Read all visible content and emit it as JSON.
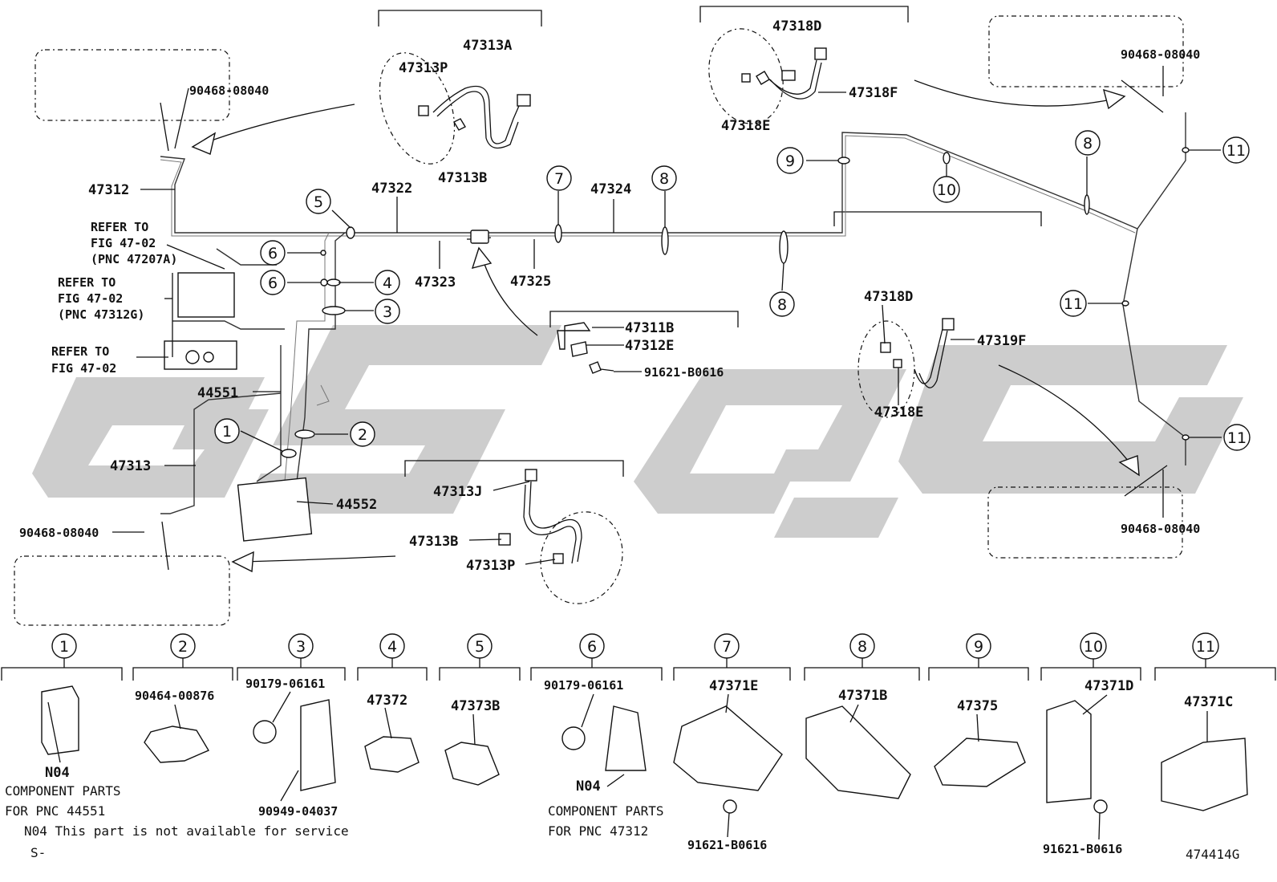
{
  "part_numbers": {
    "a47313A": "47313A",
    "a47313P_top": "47313P",
    "a47313B_top": "47313B",
    "a47318D_top": "47318D",
    "a47318F": "47318F",
    "a47318E_top": "47318E",
    "a90468_tl": "90468-08040",
    "a90468_tr": "90468-08040",
    "a90468_bl": "90468-08040",
    "a90468_br": "90468-08040",
    "a47312": "47312",
    "a47322": "47322",
    "a47324": "47324",
    "a47323": "47323",
    "a47325": "47325",
    "a47311B": "47311B",
    "a47312E": "47312E",
    "a91621_mid": "91621-B0616",
    "a47318D_mid": "47318D",
    "a47319F": "47319F",
    "a47318E_mid": "47318E",
    "a44551": "44551",
    "a44552": "44552",
    "a47313": "47313",
    "a47313J": "47313J",
    "a47313B_bot": "47313B",
    "a47313P_bot": "47313P"
  },
  "refer_notes": {
    "r1_line1": "REFER TO",
    "r1_line2": "FIG 47-02",
    "r1_line3": "(PNC 47207A)",
    "r2_line1": "REFER TO",
    "r2_line2": "FIG 47-02",
    "r2_line3": "(PNC 47312G)",
    "r3_line1": "REFER TO",
    "r3_line2": "FIG 47-02"
  },
  "callouts": {
    "c1": "1",
    "c2": "2",
    "c3": "3",
    "c4": "4",
    "c5": "5",
    "c6a": "6",
    "c6b": "6",
    "c7": "7",
    "c8a": "8",
    "c8b": "8",
    "c8c": "8",
    "c9": "9",
    "c10": "10",
    "c11a": "11",
    "c11b": "11",
    "c11c": "11"
  },
  "legend": {
    "items": [
      {
        "num": "1",
        "part": "N04"
      },
      {
        "num": "2",
        "part": "90464-00876"
      },
      {
        "num": "3",
        "part": "90179-06161",
        "part2": "90949-04037"
      },
      {
        "num": "4",
        "part": "47372"
      },
      {
        "num": "5",
        "part": "47373B"
      },
      {
        "num": "6",
        "part": "90179-06161",
        "part2": "N04"
      },
      {
        "num": "7",
        "part": "47371E",
        "part2": "91621-B0616"
      },
      {
        "num": "8",
        "part": "47371B"
      },
      {
        "num": "9",
        "part": "47375"
      },
      {
        "num": "10",
        "part": "47371D",
        "part2": "91621-B0616"
      },
      {
        "num": "11",
        "part": "47371C"
      }
    ],
    "comp1_line1": "COMPONENT PARTS",
    "comp1_line2": "FOR PNC 44551",
    "comp6_line1": "COMPONENT PARTS",
    "comp6_line2": "FOR PNC 47312",
    "n04_note": "N04 This part is not available for service",
    "s_note": "S-",
    "fig_id": "474414G"
  },
  "watermark": "GSGC",
  "colors": {
    "line": "#111111",
    "watermark": "#c4c4c4",
    "background": "#ffffff"
  }
}
